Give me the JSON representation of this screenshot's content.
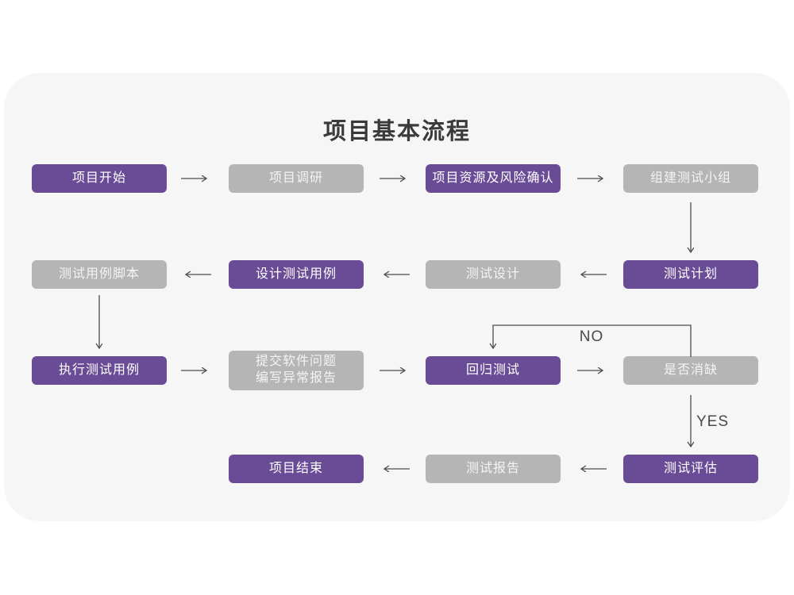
{
  "title": "项目基本流程",
  "branch_labels": {
    "no": "NO",
    "yes": "YES"
  },
  "colors": {
    "primary_node": "#6a4c96",
    "secondary_node": "#b5b5b5",
    "card_background": "#f6f6f7",
    "page_background": "#ffffff",
    "arrow": "#4d4d4d",
    "title_text": "#3a3a3a"
  },
  "nodes": [
    {
      "id": "project-start",
      "label": "项目开始",
      "style": "primary"
    },
    {
      "id": "project-research",
      "label": "项目调研",
      "style": "secondary"
    },
    {
      "id": "resource-risk-confirm",
      "label": "项目资源及风险确认",
      "style": "primary"
    },
    {
      "id": "build-test-team",
      "label": "组建测试小组",
      "style": "secondary"
    },
    {
      "id": "test-plan",
      "label": "测试计划",
      "style": "primary"
    },
    {
      "id": "test-design",
      "label": "测试设计",
      "style": "secondary"
    },
    {
      "id": "design-test-cases",
      "label": "设计测试用例",
      "style": "primary"
    },
    {
      "id": "test-case-script",
      "label": "测试用例脚本",
      "style": "secondary"
    },
    {
      "id": "execute-test-cases",
      "label": "执行测试用例",
      "style": "primary"
    },
    {
      "id": "submit-issues-report",
      "label": "提交软件问题\n编写异常报告",
      "style": "secondary"
    },
    {
      "id": "regression-test",
      "label": "回归测试",
      "style": "primary"
    },
    {
      "id": "defect-resolved-decision",
      "label": "是否消缺",
      "style": "secondary"
    },
    {
      "id": "test-evaluation",
      "label": "测试评估",
      "style": "primary"
    },
    {
      "id": "test-report",
      "label": "测试报告",
      "style": "secondary"
    },
    {
      "id": "project-end",
      "label": "项目结束",
      "style": "primary"
    }
  ],
  "flow": [
    "项目开始 → 项目调研 → 项目资源及风险确认 → 组建测试小组 → 测试计划 → 测试设计 → 设计测试用例 → 测试用例脚本 → 执行测试用例 → 提交软件问题编写异常报告 → 回归测试 → 是否消缺 (NO → 回归测试 / YES → 测试评估) → 测试报告 → 项目结束"
  ]
}
